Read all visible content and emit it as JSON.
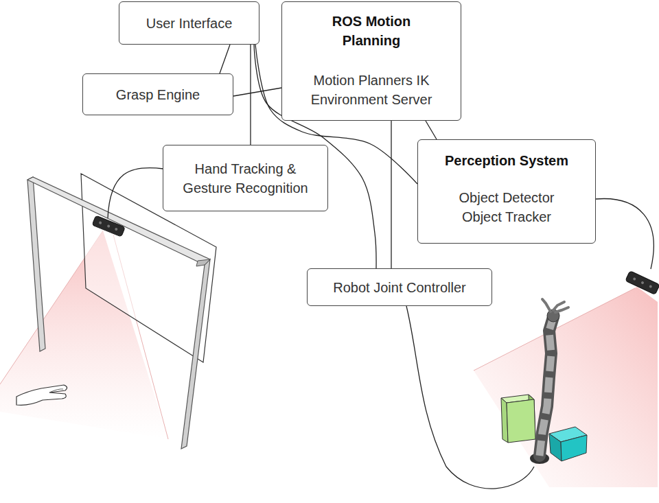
{
  "diagram": {
    "nodes": [
      {
        "text": [
          "User Interface"
        ]
      },
      {
        "text": [
          "ROS Motion Planning",
          "Motion Planners IK Environment Server"
        ]
      },
      {
        "text": [
          "Grasp Engine"
        ]
      },
      {
        "text": [
          "Hand Tracking & Gesture Recognition"
        ]
      },
      {
        "text": [
          "Perception System",
          "Object Detector Object Tracker"
        ]
      },
      {
        "text": [
          "Robot Joint Controller"
        ]
      }
    ],
    "edges": [
      {
        "from": 0,
        "to": 2,
        "arrow": "none"
      },
      {
        "from": 2,
        "to": 1,
        "arrow": "none"
      },
      {
        "from": 0,
        "to": 3,
        "arrow": "none"
      },
      {
        "from": 0,
        "to": 5,
        "arrow": "none"
      },
      {
        "from": 0,
        "to": 4,
        "arrow": "none"
      },
      {
        "from": 1,
        "to": 5,
        "arrow": "none"
      },
      {
        "from": 1,
        "to": 4,
        "arrow": "none"
      }
    ]
  }
}
